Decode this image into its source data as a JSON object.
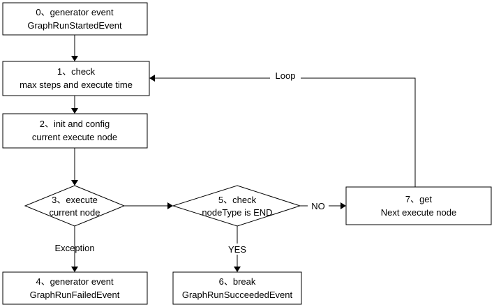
{
  "nodes": {
    "n0": {
      "line1": "0、generator event",
      "line2": "GraphRunStartedEvent"
    },
    "n1": {
      "line1": "1、check",
      "line2": "max steps and execute time"
    },
    "n2": {
      "line1": "2、init and  config",
      "line2": "current execute node"
    },
    "n3": {
      "line1": "3、execute",
      "line2": "current node"
    },
    "n4": {
      "line1": "4、generator event",
      "line2": "GraphRunFailedEvent"
    },
    "n5": {
      "line1": "5、check",
      "line2": "nodeType is END"
    },
    "n6": {
      "line1": "6、break",
      "line2": "GraphRunSucceededEvent"
    },
    "n7": {
      "line1": "7、get",
      "line2": "Next execute node"
    }
  },
  "edges": {
    "exception_label": "Exception",
    "yes_label": "YES",
    "no_label": "NO",
    "loop_label": "Loop"
  },
  "colors": {
    "stroke": "#000000",
    "fill": "#ffffff",
    "background": "#ffffff"
  }
}
